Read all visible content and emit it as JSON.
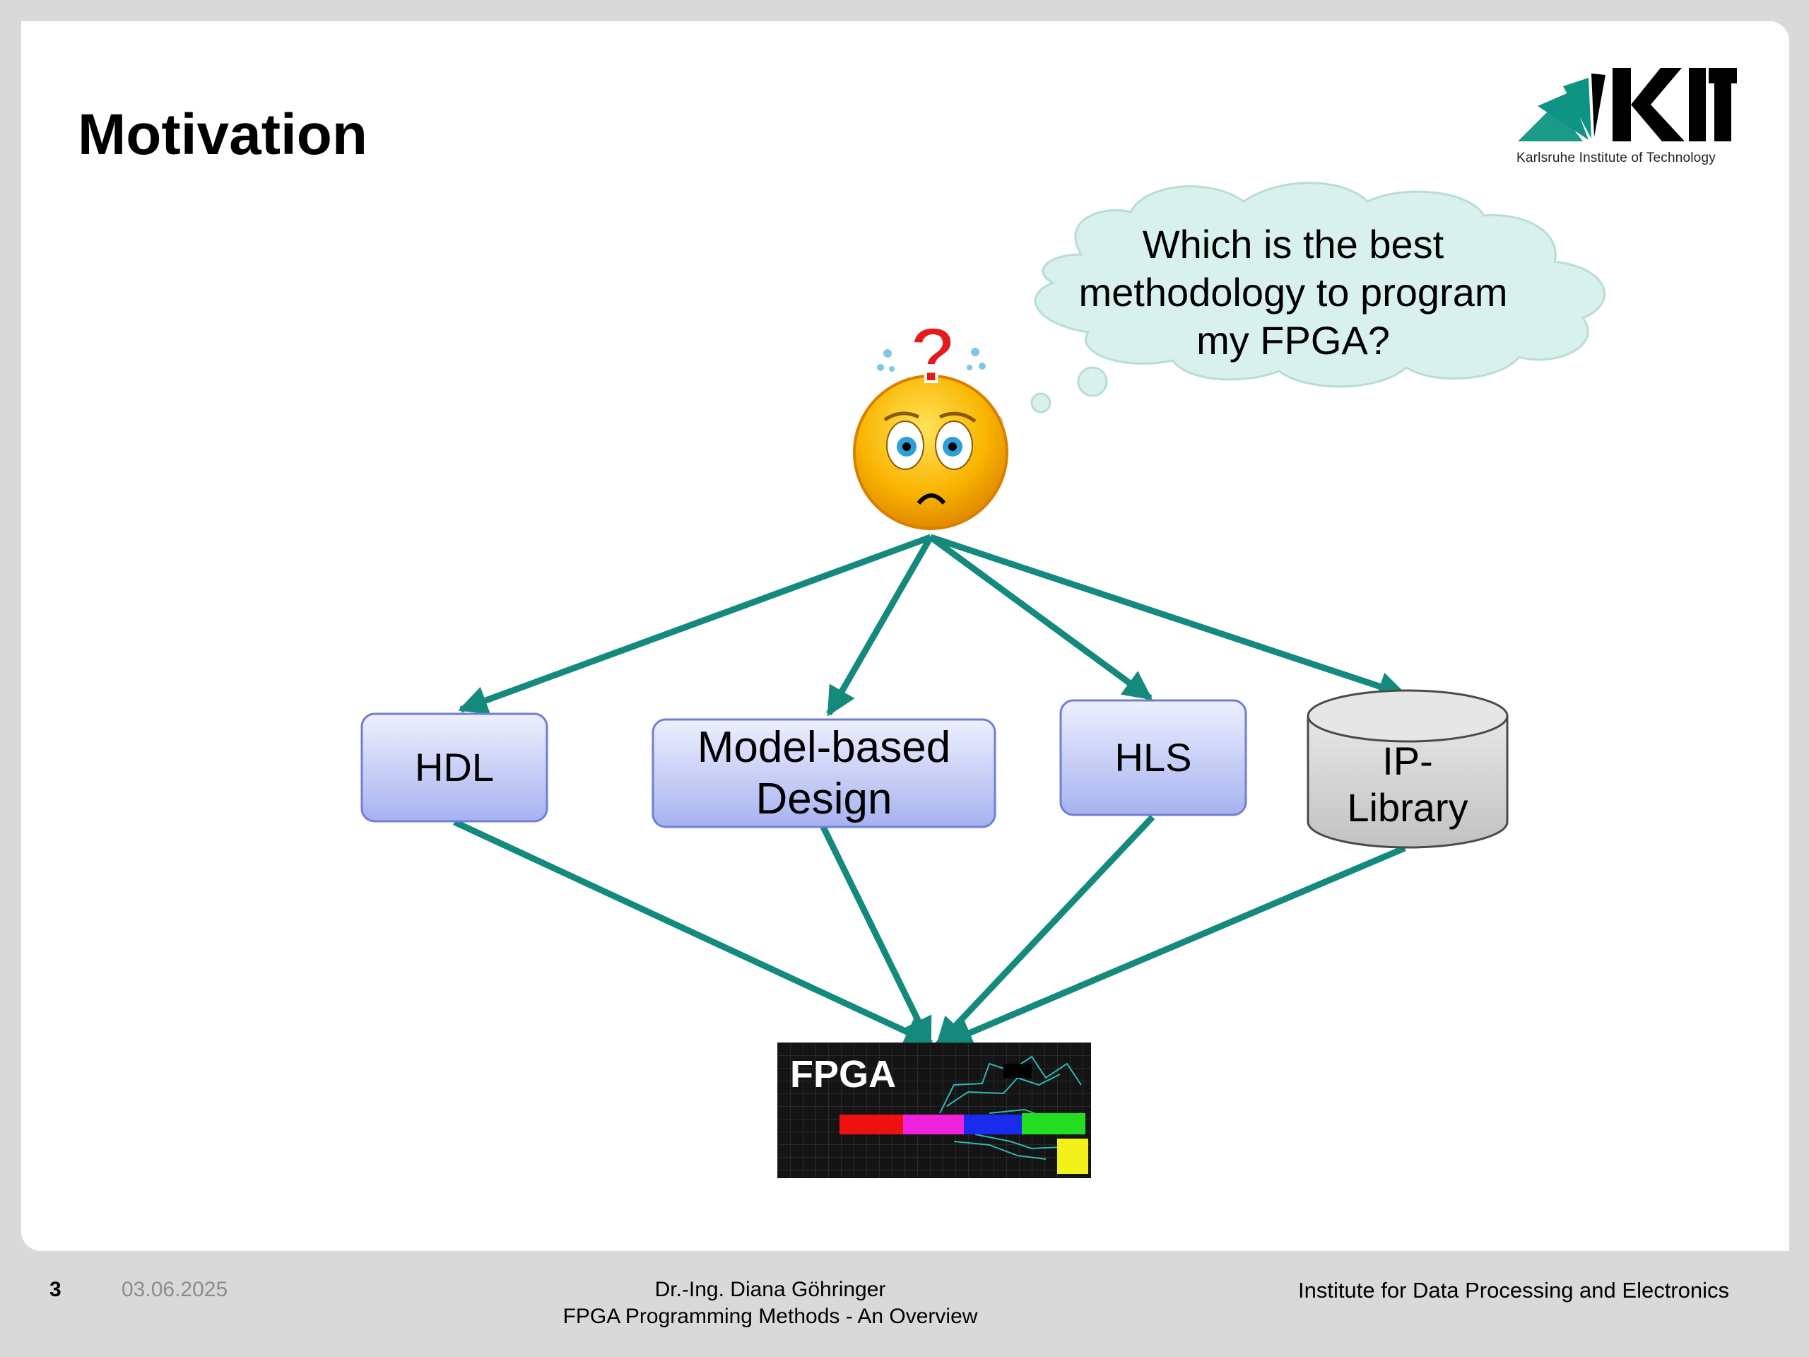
{
  "slide": {
    "title": "Motivation",
    "logo": {
      "wordmark": "KIT",
      "tagline": "Karlsruhe Institute of Technology"
    }
  },
  "diagram": {
    "question": [
      "Which is the best",
      "methodology to program",
      "my FPGA?"
    ],
    "person_icon": "confused-face-icon",
    "question_mark_icon": "question-mark-icon",
    "methods": {
      "hdl": "HDL",
      "model_based": [
        "Model-based",
        "Design"
      ],
      "hls": "HLS",
      "ip_library": [
        "IP-",
        "Library"
      ]
    },
    "target": "FPGA",
    "colors": {
      "arrow": "#138a7c",
      "box_fill_top": "#e9ecfd",
      "box_fill_bottom": "#a7b3f2",
      "box_stroke": "#6f7fd6",
      "cylinder_fill": "#d3d3d3",
      "cloud_fill": "#d8f1ec",
      "face": "#f6b400"
    }
  },
  "footer": {
    "page_number": "3",
    "date": "03.06.2025",
    "author": "Dr.-Ing. Diana Göhringer",
    "talk_title": "FPGA Programming Methods - An Overview",
    "institute": "Institute for Data Processing and Electronics"
  }
}
